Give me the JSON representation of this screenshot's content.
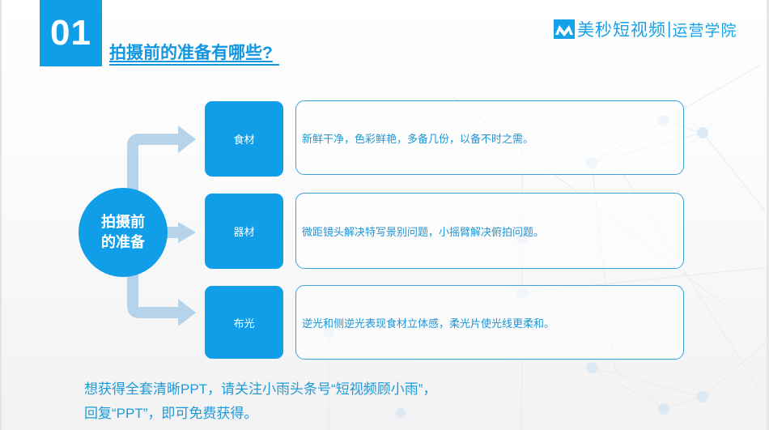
{
  "slide": {
    "number": "01",
    "title": "拍摄前的准备有哪些?",
    "brand": {
      "icon": "m-wave-logo-icon",
      "name": "美秒短视频",
      "separator": "|",
      "subtitle": "运营学院",
      "color": "#16a2e8"
    }
  },
  "diagram": {
    "center": {
      "line1": "拍摄前",
      "line2": "的准备"
    },
    "branches": [
      {
        "label": "食材",
        "description": "新鲜干净，色彩鲜艳，多备几份，以备不时之需。"
      },
      {
        "label": "器材",
        "description": "微距镜头解决特写景别问题，小摇臂解决俯拍问题。"
      },
      {
        "label": "布光",
        "description": "逆光和侧逆光表现食材立体感，柔光片使光线更柔和。"
      }
    ],
    "colors": {
      "primary": "#109ee8",
      "arrow": "#b7d3ea",
      "border": "#3aa3dc",
      "text": "#1f96d6"
    }
  },
  "footer": {
    "line1": "想获得全套清晰PPT，请关注小雨头条号“短视频顾小雨”，",
    "line2": "回复“PPT”，即可免费获得。"
  }
}
